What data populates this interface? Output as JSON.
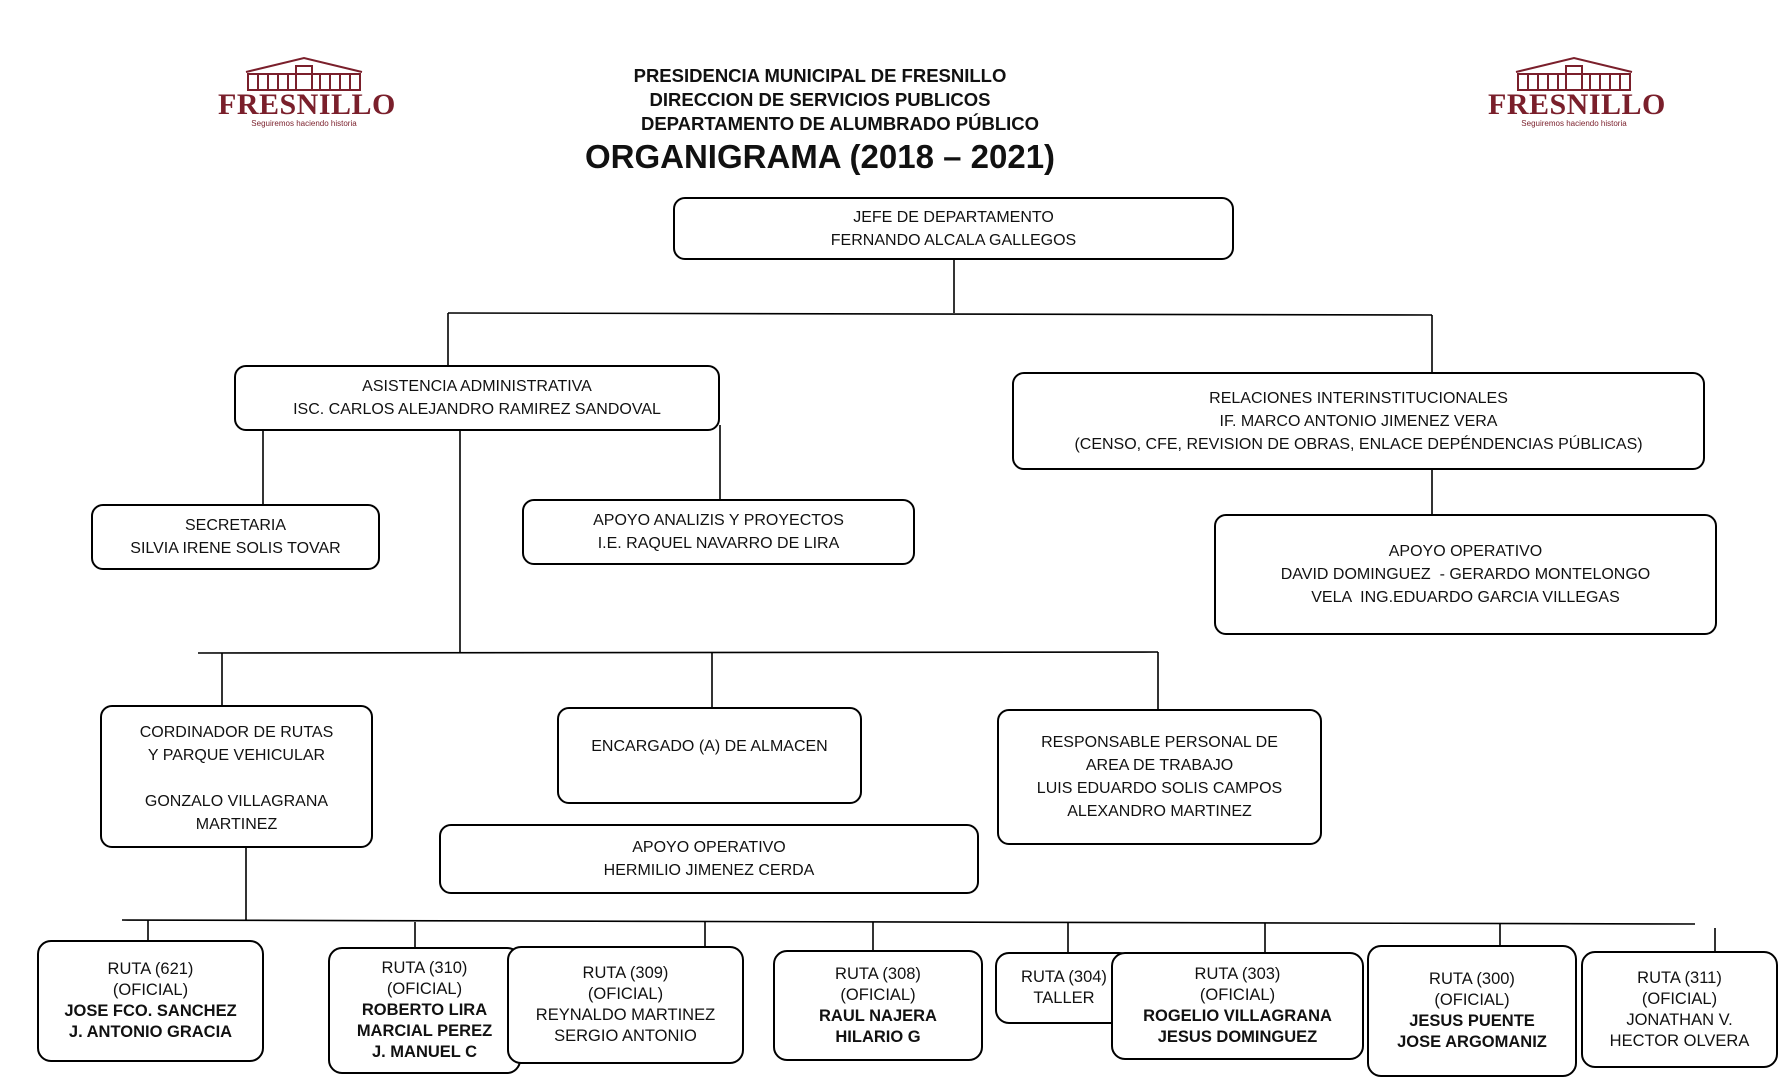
{
  "logo": {
    "word": "FRESNILLO",
    "tagline": "Seguiremos haciendo historia",
    "color": "#7a1f2b"
  },
  "header": {
    "line1": "PRESIDENCIA MUNICIPAL DE FRESNILLO",
    "line2": "DIRECCION DE SERVICIOS PUBLICOS",
    "line3": "DEPARTAMENTO DE ALUMBRADO PÚBLICO",
    "title": "ORGANIGRAMA (2018 – 2021)"
  },
  "org": {
    "jefe": [
      "JEFE DE DEPARTAMENTO",
      "FERNANDO ALCALA GALLEGOS"
    ],
    "asistencia": [
      "ASISTENCIA ADMINISTRATIVA",
      "ISC. CARLOS ALEJANDRO RAMIREZ SANDOVAL"
    ],
    "relaciones": [
      "RELACIONES INTERINSTITUCIONALES",
      "IF. MARCO ANTONIO JIMENEZ VERA",
      "(CENSO, CFE, REVISION DE OBRAS, ENLACE DEPÉNDENCIAS PÚBLICAS)"
    ],
    "secretaria": [
      "SECRETARIA",
      "SILVIA IRENE SOLIS TOVAR"
    ],
    "apoyo_analisis": [
      "APOYO ANALIZIS Y PROYECTOS",
      "I.E. RAQUEL NAVARRO DE LIRA"
    ],
    "apoyo_operativo_rel": [
      "APOYO OPERATIVO",
      "DAVID DOMINGUEZ  - GERARDO MONTELONGO",
      "VELA  ING.EDUARDO GARCIA VILLEGAS"
    ],
    "coordinador": [
      "CORDINADOR DE RUTAS",
      "Y PARQUE VEHICULAR",
      "",
      "GONZALO VILLAGRANA",
      "MARTINEZ"
    ],
    "almacen": [
      "ENCARGADO (A) DE ALMACEN"
    ],
    "apoyo_operativo_alm": [
      "APOYO OPERATIVO",
      "HERMILIO JIMENEZ CERDA"
    ],
    "responsable": [
      "RESPONSABLE PERSONAL DE",
      "AREA DE TRABAJO",
      "LUIS EDUARDO SOLIS CAMPOS",
      "ALEXANDRO MARTINEZ"
    ]
  },
  "routes": [
    {
      "lines": [
        "RUTA (621)",
        "(OFICIAL)",
        "JOSE FCO. SANCHEZ",
        "J. ANTONIO GRACIA"
      ]
    },
    {
      "lines": [
        "RUTA (310)",
        "(OFICIAL)",
        "ROBERTO LIRA",
        "MARCIAL PEREZ",
        "J. MANUEL C"
      ]
    },
    {
      "lines": [
        "RUTA (309)",
        "(OFICIAL)",
        "REYNALDO MARTINEZ",
        "SERGIO ANTONIO"
      ]
    },
    {
      "lines": [
        "RUTA (308)",
        "(OFICIAL)",
        "RAUL NAJERA",
        "HILARIO G"
      ]
    },
    {
      "lines": [
        "RUTA (304)",
        "TALLER"
      ]
    },
    {
      "lines": [
        "RUTA (303)",
        "(OFICIAL)",
        "ROGELIO VILLAGRANA",
        "JESUS DOMINGUEZ"
      ]
    },
    {
      "lines": [
        "RUTA (300)",
        "(OFICIAL)",
        "JESUS PUENTE",
        "JOSE ARGOMANIZ"
      ]
    },
    {
      "lines": [
        "RUTA (311)",
        "(OFICIAL)",
        "JONATHAN V.",
        "HECTOR OLVERA"
      ]
    }
  ]
}
